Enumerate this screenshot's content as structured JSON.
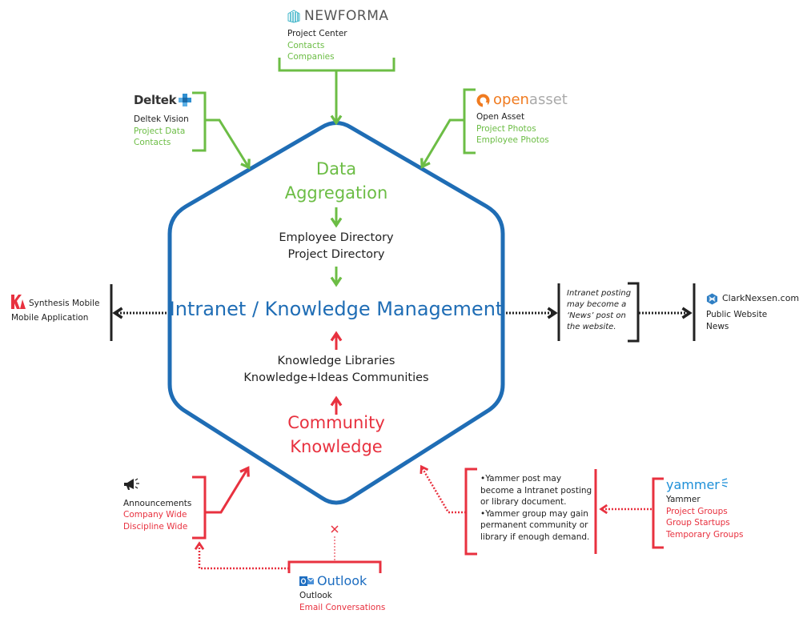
{
  "colors": {
    "green": "#6cbd45",
    "red": "#e8313f",
    "blue": "#1f6db5",
    "dark": "#222222",
    "orange": "#f07b20"
  },
  "center": {
    "data_aggregation": [
      "Data",
      "Aggregation"
    ],
    "directories": [
      "Employee Directory",
      "Project Directory"
    ],
    "main_title": "Intranet / Knowledge Management",
    "libraries": [
      "Knowledge Libraries",
      "Knowledge+Ideas Communities"
    ],
    "community_knowledge": [
      "Community",
      "Knowledge"
    ]
  },
  "sources": {
    "newforma": {
      "logo": "NEWFORMA",
      "icon": "newforma-logo-icon",
      "name": "Project Center",
      "items": [
        "Contacts",
        "Companies"
      ]
    },
    "deltek": {
      "logo": "Deltek",
      "icon": "deltek-cross-icon",
      "name": "Deltek Vision",
      "items": [
        "Project Data",
        "Contacts"
      ]
    },
    "openasset": {
      "logo_a": "open",
      "logo_b": "asset",
      "icon": "openasset-ring-icon",
      "name": "Open Asset",
      "items": [
        "Project Photos",
        "Employee Photos"
      ]
    },
    "synthesis": {
      "icon": "synthesis-logo-icon",
      "name": "Synthesis Mobile",
      "sub": "Mobile Application"
    },
    "website_note": {
      "lines": [
        "Intranet posting",
        "may become a",
        "‘News’ post on",
        "the website."
      ]
    },
    "clarknexsen": {
      "icon": "clarknexsen-hex-icon",
      "name": "ClarkNexsen.com",
      "items": [
        "Public Website",
        "News"
      ]
    },
    "announcements": {
      "icon": "megaphone-icon",
      "name": "Announcements",
      "items": [
        "Company Wide",
        "Discipline Wide"
      ]
    },
    "outlook": {
      "logo": "Outlook",
      "icon": "outlook-logo-icon",
      "name": "Outlook",
      "items": [
        "Email Conversations"
      ]
    },
    "yammer_note": {
      "lines": [
        "•Yammer post may",
        "become a Intranet posting",
        "or library document.",
        "•Yammer group may gain",
        "permanent community or",
        "library if enough demand."
      ]
    },
    "yammer": {
      "logo": "yammer",
      "icon": "yammer-logo-icon",
      "name": "Yammer",
      "items": [
        "Project Groups",
        "Group Startups",
        "Temporary Groups"
      ]
    }
  }
}
